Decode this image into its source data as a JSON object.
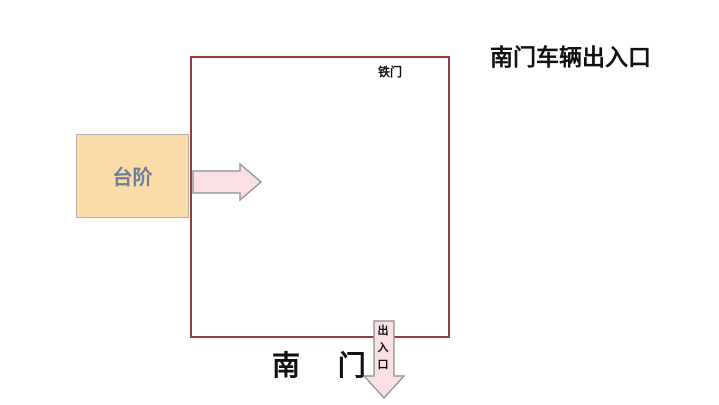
{
  "title": "南门车辆出入口",
  "gate_label": "铁门",
  "steps_label": "台阶",
  "south_gate_label": "南 门",
  "exit_arrow_chars": [
    "出",
    "入",
    "口"
  ],
  "colors": {
    "yard_border": "#9b3a3a",
    "steps_fill": "#fbdca8",
    "steps_text": "#6d7f99",
    "arrow_fill": "#fbe0e3",
    "arrow_stroke": "#9a9a9a"
  }
}
